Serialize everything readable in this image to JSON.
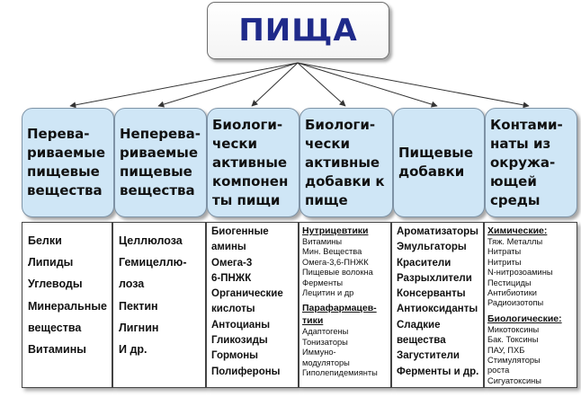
{
  "title": "ПИЩА",
  "categories": [
    {
      "label": "Перева-\nриваемые\nпищевые\nвещества",
      "items": [
        "Белки",
        "Липиды",
        "Углеводы",
        "Минеральные",
        "вещества",
        "Витамины"
      ]
    },
    {
      "label": "Неперева-\nриваемые\nпищевые\nвещества",
      "items": [
        "Целлюлоза",
        "Гемицеллю-",
        "лоза",
        "Пектин",
        "Лигнин",
        "И др."
      ]
    },
    {
      "label": "Биологи-\nчески\nактивные\nкомпонен\nты пищи",
      "items": [
        "Биогенные",
        "амины",
        "Омега-3",
        "6-ПНЖК",
        "Органические",
        "кислоты",
        "Антоцианы",
        "Гликозиды",
        "Гормоны",
        "Полифероны"
      ]
    },
    {
      "label": "Биологи-\nчески\nактивные\nдобавки к\nпище",
      "sections": [
        {
          "heading": "Нутрицевтики",
          "items": [
            "Витамины",
            "Мин. Вещества",
            "Омега-3,6-ПНЖК",
            "Пищевые волокна",
            "Ферменты",
            "Лецитин и др"
          ]
        },
        {
          "heading": "Парафармацев-\nтики",
          "items": [
            "Адаптогены",
            "Тонизаторы",
            "Иммуно-",
            "модуляторы",
            "Гиполепидемиянты"
          ]
        }
      ]
    },
    {
      "label": "Пищевые\nдобавки",
      "items": [
        "Ароматизаторы",
        "Эмульгаторы",
        "Красители",
        "Разрыхлители",
        "Консерванты",
        "Антиоксиданты",
        "Сладкие",
        "вещества",
        "Загустители",
        "Ферменты и др."
      ]
    },
    {
      "label": "Контами-\nнаты из\nокружа-\nющей\nсреды",
      "sections": [
        {
          "heading": "Химические:",
          "items": [
            "Тяж. Металлы",
            "Нитраты",
            "Нитриты",
            "N-нитрозоамины",
            "Пестициды",
            "Антибиотики",
            "Радиоизотопы"
          ]
        },
        {
          "heading": "Биологические:",
          "items": [
            "Микотоксины",
            "Бак. Токсины",
            "ПАУ, ПХБ",
            "Стимуляторы",
            "роста",
            "Сигуатоксины"
          ]
        }
      ]
    }
  ]
}
